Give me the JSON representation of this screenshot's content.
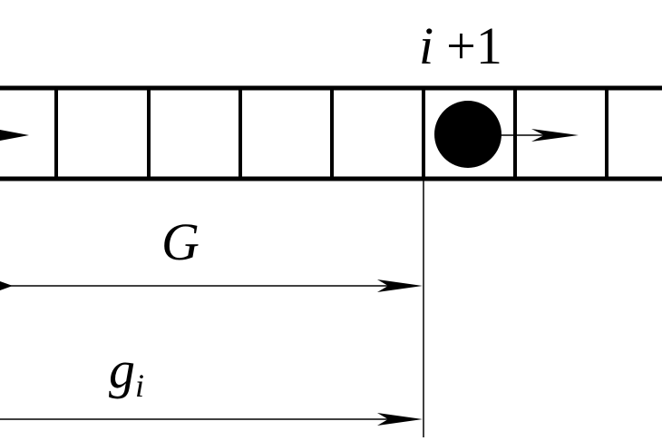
{
  "labels": {
    "vehicle_index_var": "i",
    "vehicle_index_suffix": "+1",
    "gap_upper": "G",
    "gap_lower_base": "g",
    "gap_lower_sub": "i"
  },
  "lattice": {
    "occupied_cell_ordinal": 6
  },
  "colors": {
    "stroke": "#000000",
    "fill": "#000000",
    "background": "#ffffff"
  }
}
